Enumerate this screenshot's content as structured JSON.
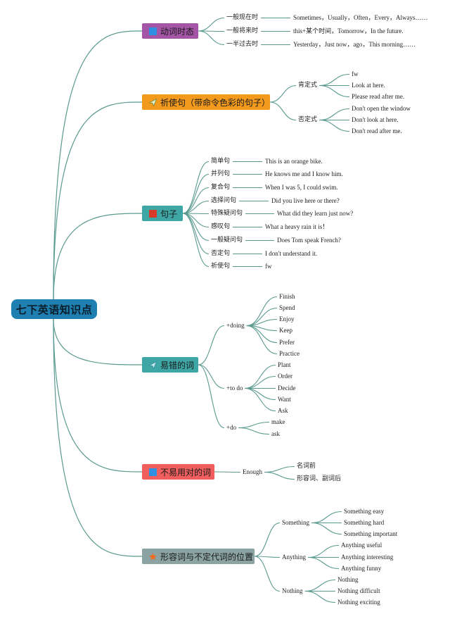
{
  "root": {
    "label": "七下英语知识点"
  },
  "branches": [
    {
      "label": "动词时态",
      "color": "#a455a6",
      "icon": "blue-square-icon",
      "groups": [
        {
          "label": "一般现在时",
          "items": [
            "Sometimes，Usually，Often，Every，Always……"
          ]
        },
        {
          "label": "一般将来时",
          "items": [
            "this+某个时间，Tomorrow，In the future."
          ]
        },
        {
          "label": "一半过去时",
          "items": [
            "Yesterday，Just now，ago，This morning……"
          ]
        }
      ]
    },
    {
      "label": "祈使句（带命令色彩的句子）",
      "color": "#f39a1c",
      "icon": "paper-plane-icon",
      "groups": [
        {
          "label": "肯定式",
          "items": [
            "fw",
            "Look at here.",
            "Please read after me."
          ]
        },
        {
          "label": "否定式",
          "items": [
            "Don't open the window",
            "Don't look at here.",
            "Don't read after me."
          ]
        }
      ]
    },
    {
      "label": "句子",
      "color": "#3fa6a6",
      "icon": "red-square-icon",
      "groups": [
        {
          "label": "简单句",
          "items": [
            "This is an orange bike."
          ]
        },
        {
          "label": "并列句",
          "items": [
            "He knows me and I know him."
          ]
        },
        {
          "label": "复合句",
          "items": [
            "When I was 5, I could swim."
          ]
        },
        {
          "label": "选择问句",
          "items": [
            "Did you live here or there?"
          ]
        },
        {
          "label": "特殊疑问句",
          "items": [
            "What did they learn just now?"
          ]
        },
        {
          "label": "感叹句",
          "items": [
            "What a heavy rain it is！"
          ]
        },
        {
          "label": "一般疑问句",
          "items": [
            "Does Tom speak French?"
          ]
        },
        {
          "label": "否定句",
          "items": [
            "I don't understand it."
          ]
        },
        {
          "label": "祈使句",
          "items": [
            "fw"
          ]
        }
      ]
    },
    {
      "label": "易错的词",
      "color": "#3fa6a6",
      "icon": "paper-plane-icon",
      "groups": [
        {
          "label": "+doing",
          "items": [
            "Finish",
            "Spend",
            "Enjoy",
            "Keep",
            "Prefer",
            "Practice"
          ]
        },
        {
          "label": "+to do",
          "items": [
            "Plant",
            "Order",
            "Decide",
            "Want",
            "Ask"
          ]
        },
        {
          "label": "+do",
          "items": [
            "make",
            "ask"
          ]
        }
      ]
    },
    {
      "label": "不易用对的词",
      "color": "#f05e5e",
      "icon": "blue-square-icon",
      "groups": [
        {
          "label": "Enough",
          "items": [
            "名词前",
            "形容词、副词后"
          ]
        }
      ]
    },
    {
      "label": "形容词与不定代词的位置",
      "color": "#8ba3a3",
      "icon": "star-icon",
      "groups": [
        {
          "label": "Something",
          "items": [
            "Something easy",
            "Something hard",
            "Something important"
          ]
        },
        {
          "label": "Anything",
          "items": [
            "Anything useful",
            "Anything interesting",
            "Anything funny"
          ]
        },
        {
          "label": "Nothing",
          "items": [
            "Nothing",
            "Nothing difficult",
            "Nothing exciting"
          ]
        }
      ]
    }
  ],
  "colors": {
    "connector": "#5a9a8f",
    "root": "#1e7fb0"
  }
}
